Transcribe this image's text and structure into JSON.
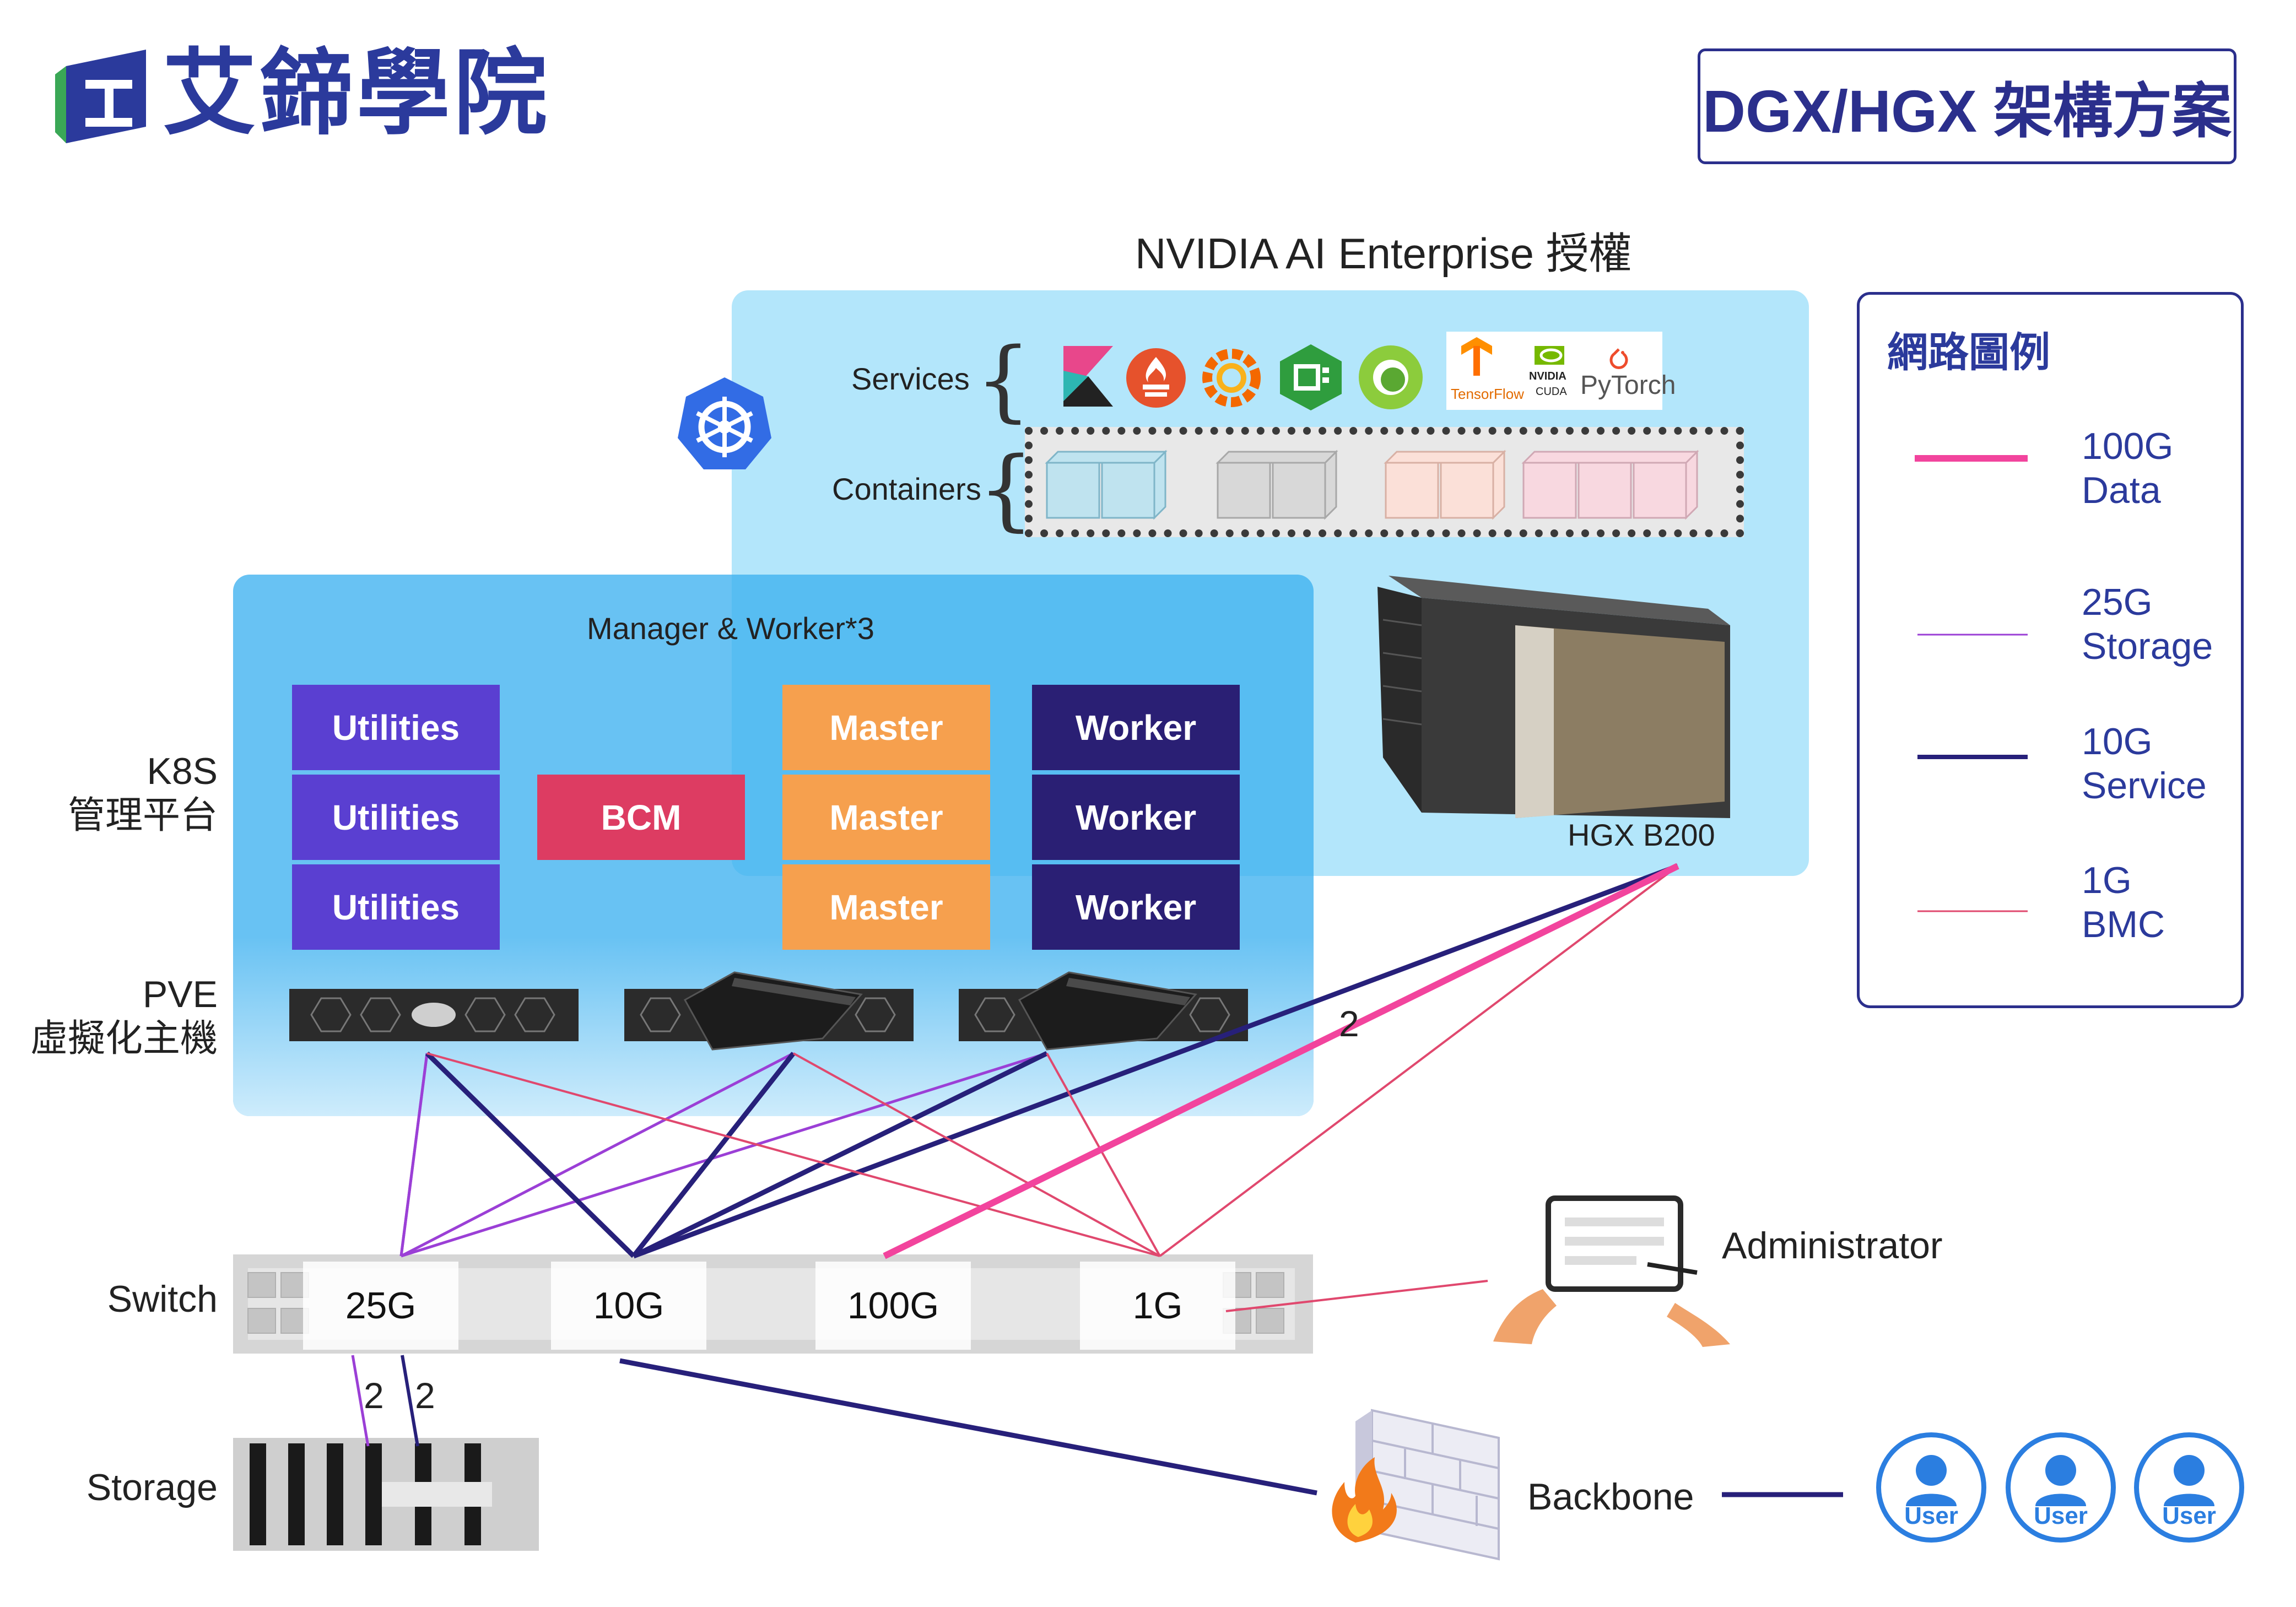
{
  "brand": {
    "name": "艾鍗學院"
  },
  "title": "DGX/HGX 架構方案",
  "license_label": "NVIDIA AI Enterprise 授權",
  "k8s_section": {
    "services_label": "Services",
    "containers_label": "Containers",
    "service_logos": [
      "kibana-logo",
      "prometheus-logo",
      "grafana-logo",
      "node-logo",
      "rancher-logo"
    ],
    "frameworks": {
      "tensorflow": "TensorFlow",
      "nvidia": "NVIDIA",
      "cuda": "CUDA",
      "pytorch": "PyTorch"
    }
  },
  "manager_label": "Manager & Worker*3",
  "nodes": {
    "utilities": [
      "Utilities",
      "Utilities",
      "Utilities"
    ],
    "bcm": "BCM",
    "masters": [
      "Master",
      "Master",
      "Master"
    ],
    "workers": [
      "Worker",
      "Worker",
      "Worker"
    ]
  },
  "hgx_label": "HGX B200",
  "side_labels": {
    "k8s_line1": "K8S",
    "k8s_line2": "管理平台",
    "pve_line1": "PVE",
    "pve_line2": "虛擬化主機",
    "switch": "Switch",
    "storage": "Storage"
  },
  "switch_ports": [
    "25G",
    "10G",
    "100G",
    "1G"
  ],
  "link_counts": {
    "hgx_100g": "2",
    "storage_a": "2",
    "storage_b": "2"
  },
  "administrator_label": "Administrator",
  "backbone_label": "Backbone",
  "users": [
    "User",
    "User",
    "User"
  ],
  "legend": {
    "title": "網路圖例",
    "items": [
      {
        "speed": "100G",
        "name": "Data",
        "color": "#f2449d"
      },
      {
        "speed": "25G",
        "name": "Storage",
        "color": "#9b3fd6"
      },
      {
        "speed": "10G",
        "name": "Service",
        "color": "#27207a"
      },
      {
        "speed": "1G",
        "name": "BMC",
        "color": "#e0486e"
      }
    ]
  },
  "colors": {
    "brand": "#2b3a9c",
    "accent": "#2b2f8c",
    "data_100g": "#f2449d",
    "storage_25g": "#9b3fd6",
    "service_10g": "#27207a",
    "bmc_1g": "#e0486e"
  }
}
